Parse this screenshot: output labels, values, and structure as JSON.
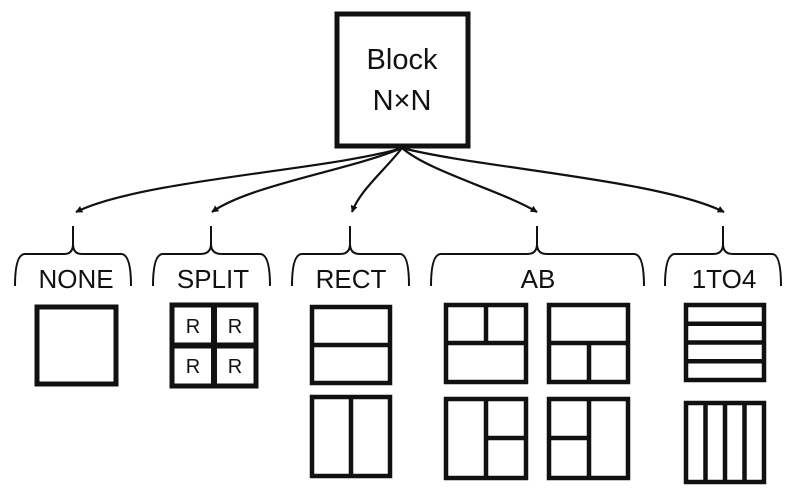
{
  "root": {
    "line1": "Block",
    "line2": "N×N"
  },
  "categories": {
    "none": "NONE",
    "split": "SPLIT",
    "rect": "RECT",
    "ab": "AB",
    "onetofour": "1TO4"
  },
  "split_cell_label": "R",
  "colors": {
    "stroke": "#111111",
    "background": "#ffffff"
  }
}
